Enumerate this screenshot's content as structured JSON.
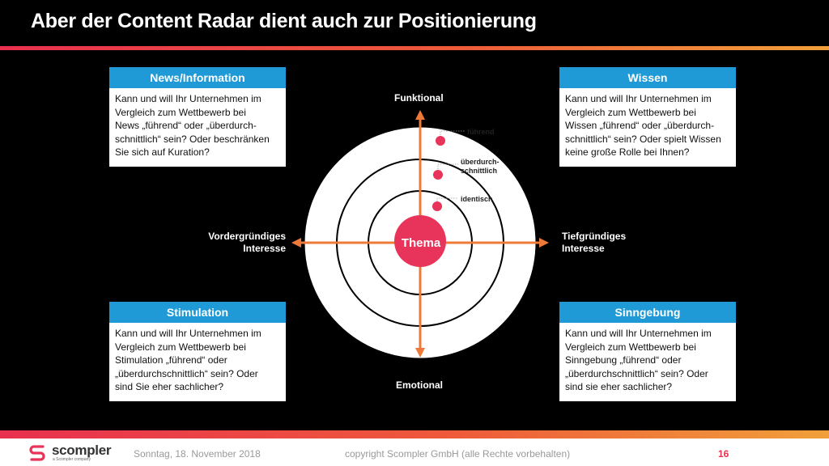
{
  "title": "Aber der Content Radar dient auch zur Positionierung",
  "cards": {
    "news": {
      "heading": "News/Information",
      "lines": [
        "Kann und will Ihr Unternehmen im",
        "Vergleich zum Wettbewerb bei",
        "News „führend“ oder „überdurch-",
        "schnittlich“ sein? Oder beschränken",
        "Sie sich auf Kuration?"
      ]
    },
    "wissen": {
      "heading": "Wissen",
      "lines": [
        "Kann und will Ihr Unternehmen im",
        "Vergleich zum Wettbewerb bei",
        "Wissen „führend“ oder „überdurch-",
        "schnittlich“ sein? Oder spielt Wissen",
        "keine große Rolle bei Ihnen?"
      ]
    },
    "stimulation": {
      "heading": "Stimulation",
      "lines": [
        "Kann und will Ihr Unternehmen im",
        "Vergleich zum Wettbewerb bei",
        "Stimulation „führend“ oder",
        "„überdurchschnittlich“ sein? Oder",
        "sind Sie eher sachlicher?"
      ]
    },
    "sinngebung": {
      "heading": "Sinngebung",
      "lines": [
        "Kann und will Ihr Unternehmen im",
        "Vergleich zum Wettbewerb bei",
        "Sinngebung „führend“ oder",
        "„überdurchschnittlich“ sein? Oder",
        "sind sie eher sachlicher?"
      ]
    }
  },
  "axes": {
    "top": "Funktional",
    "bottom": "Emotional",
    "left_line1": "Vordergründiges",
    "left_line2": "Interesse",
    "right_line1": "Tiefgründiges",
    "right_line2": "Interesse"
  },
  "radar": {
    "center_label": "Thema",
    "levels": [
      "führend",
      "überdurch-",
      "schnittlich",
      "identisch"
    ]
  },
  "colors": {
    "accent_orange": "#ee7a3a",
    "accent_pink": "#e8345a",
    "card_header": "#1f9ad6"
  },
  "footer": {
    "logo": "scompler",
    "logo_sub": "a Scompler company",
    "date": "Sonntag, 18. November 2018",
    "copyright": "copyright Scompler GmbH (alle Rechte vorbehalten)",
    "page": "16"
  }
}
